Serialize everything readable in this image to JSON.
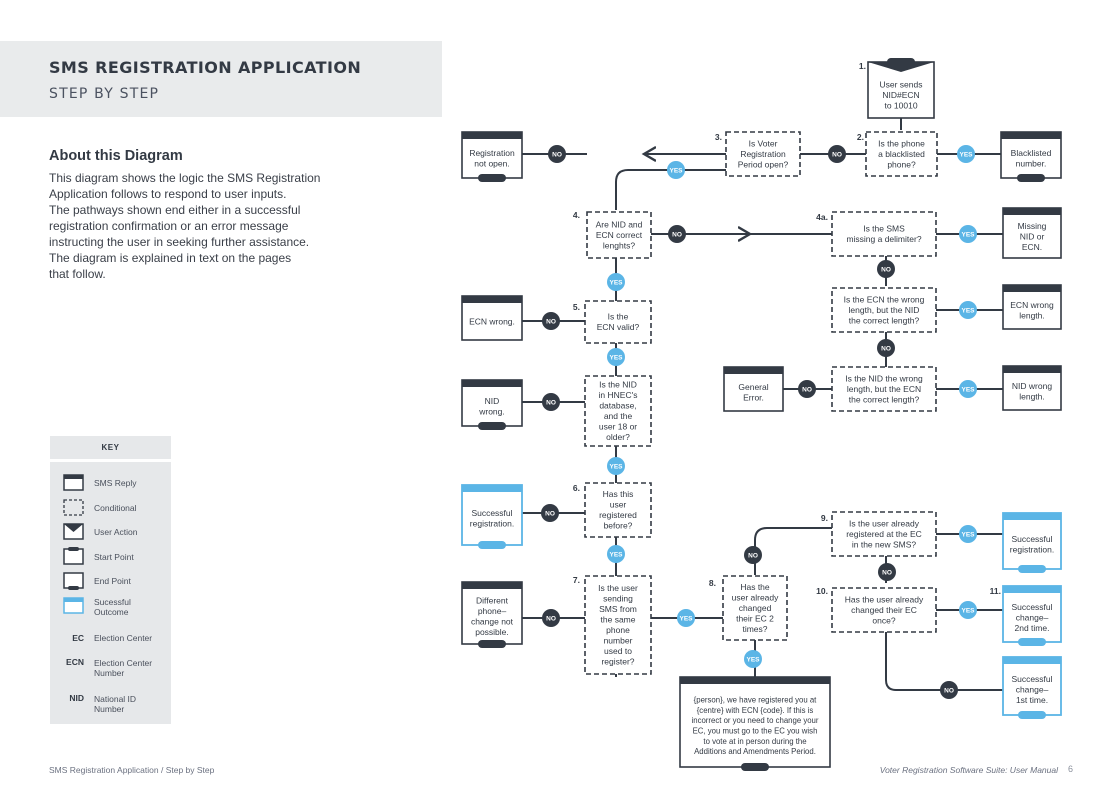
{
  "header": {
    "title": "SMS REGISTRATION APPLICATION",
    "subtitle": "STEP BY STEP"
  },
  "about": {
    "title": "About this Diagram",
    "lines": [
      "This diagram shows the logic the SMS Registration",
      "Application follows to respond to user inputs.",
      "The pathways shown end either in a successful",
      "registration confirmation or an error message",
      "instructing the user in seeking further assistance.",
      "The diagram is explained in text on the pages",
      "that follow."
    ]
  },
  "key": {
    "title": "KEY",
    "items": [
      {
        "icon": "sms-reply-icon",
        "label": "SMS Reply"
      },
      {
        "icon": "conditional-icon",
        "label": "Conditional"
      },
      {
        "icon": "user-action-icon",
        "label": "User Action"
      },
      {
        "icon": "start-point-icon",
        "label": "Start Point"
      },
      {
        "icon": "end-point-icon",
        "label": "End Point"
      },
      {
        "icon": "successful-outcome-icon",
        "label": "Sucessful Outcome"
      }
    ],
    "abbreviations": [
      {
        "abbr": "EC",
        "meaning": "Election Center"
      },
      {
        "abbr": "ECN",
        "meaning": "Election Center Number"
      },
      {
        "abbr": "NID",
        "meaning": "National ID Number"
      }
    ]
  },
  "labels": {
    "yes": "YES",
    "no": "NO"
  },
  "steps": {
    "s1": "1.",
    "s2": "2.",
    "s3": "3.",
    "s4": "4.",
    "s4a": "4a.",
    "s5": "5.",
    "s6": "6.",
    "s7": "7.",
    "s8": "8.",
    "s9": "9.",
    "s10": "10.",
    "s11": "11."
  },
  "nodes": {
    "start": [
      "User sends",
      "NID#ECN",
      "to 10010"
    ],
    "blacklist_q": [
      "Is the phone",
      "a blacklisted",
      "phone?"
    ],
    "blacklisted": [
      "Blacklisted",
      "number."
    ],
    "period_q": [
      "Is Voter",
      "Registration",
      "Period open?"
    ],
    "not_open": [
      "Registration",
      "not open."
    ],
    "lengths_q": [
      "Are NID and",
      "ECN correct",
      "lenghts?"
    ],
    "delimiter_q": [
      "Is the SMS",
      "missing a delimiter?"
    ],
    "missing": [
      "Missing",
      "NID or",
      "ECN."
    ],
    "ecn_len_q": [
      "Is the ECN the wrong",
      "length, but the NID",
      "the correct length?"
    ],
    "ecn_wrong_len": [
      "ECN wrong",
      "length."
    ],
    "nid_len_q": [
      "Is the NID the wrong",
      "length, but the ECN",
      "the correct length?"
    ],
    "nid_wrong_len": [
      "NID wrong",
      "length."
    ],
    "general_error": [
      "General",
      "Error."
    ],
    "ecn_valid_q": [
      "Is the",
      "ECN valid?"
    ],
    "ecn_wrong": [
      "ECN wrong."
    ],
    "nid_q": [
      "Is the NID",
      "in HNEC's",
      "database,",
      "and the",
      "user 18 or",
      "older?"
    ],
    "nid_wrong": [
      "NID",
      "wrong."
    ],
    "registered_q": [
      "Has this",
      "user",
      "registered",
      "before?"
    ],
    "success_reg": [
      "Successful",
      "registration."
    ],
    "same_phone_q": [
      "Is the user",
      "sending",
      "SMS from",
      "the same",
      "phone",
      "number",
      "used to",
      "register?"
    ],
    "diff_phone": [
      "Different",
      "phone–",
      "change not",
      "possible."
    ],
    "changed2_q": [
      "Has the",
      "user already",
      "changed",
      "their EC 2",
      "times?"
    ],
    "ec9_q": [
      "Is the user already",
      "registered at the EC",
      "in the new SMS?"
    ],
    "success_reg2": [
      "Successful",
      "registration."
    ],
    "changed_once_q": [
      "Has the user already",
      "changed their EC",
      "once?"
    ],
    "change2": [
      "Successful",
      "change–",
      "2nd time."
    ],
    "change1": [
      "Successful",
      "change–",
      "1st time."
    ],
    "final_msg": [
      "{person}, we have registered you at",
      "{centre} with ECN {code}. If this is",
      "incorrect or you need to change your",
      "EC, you must go to the EC you wish",
      "to vote at in person during the",
      "Additions and Amendments Period."
    ]
  },
  "footer": {
    "left": "SMS Registration Application / Step by Step",
    "right": "Voter Registration Software Suite: User Manual",
    "page": "6"
  }
}
